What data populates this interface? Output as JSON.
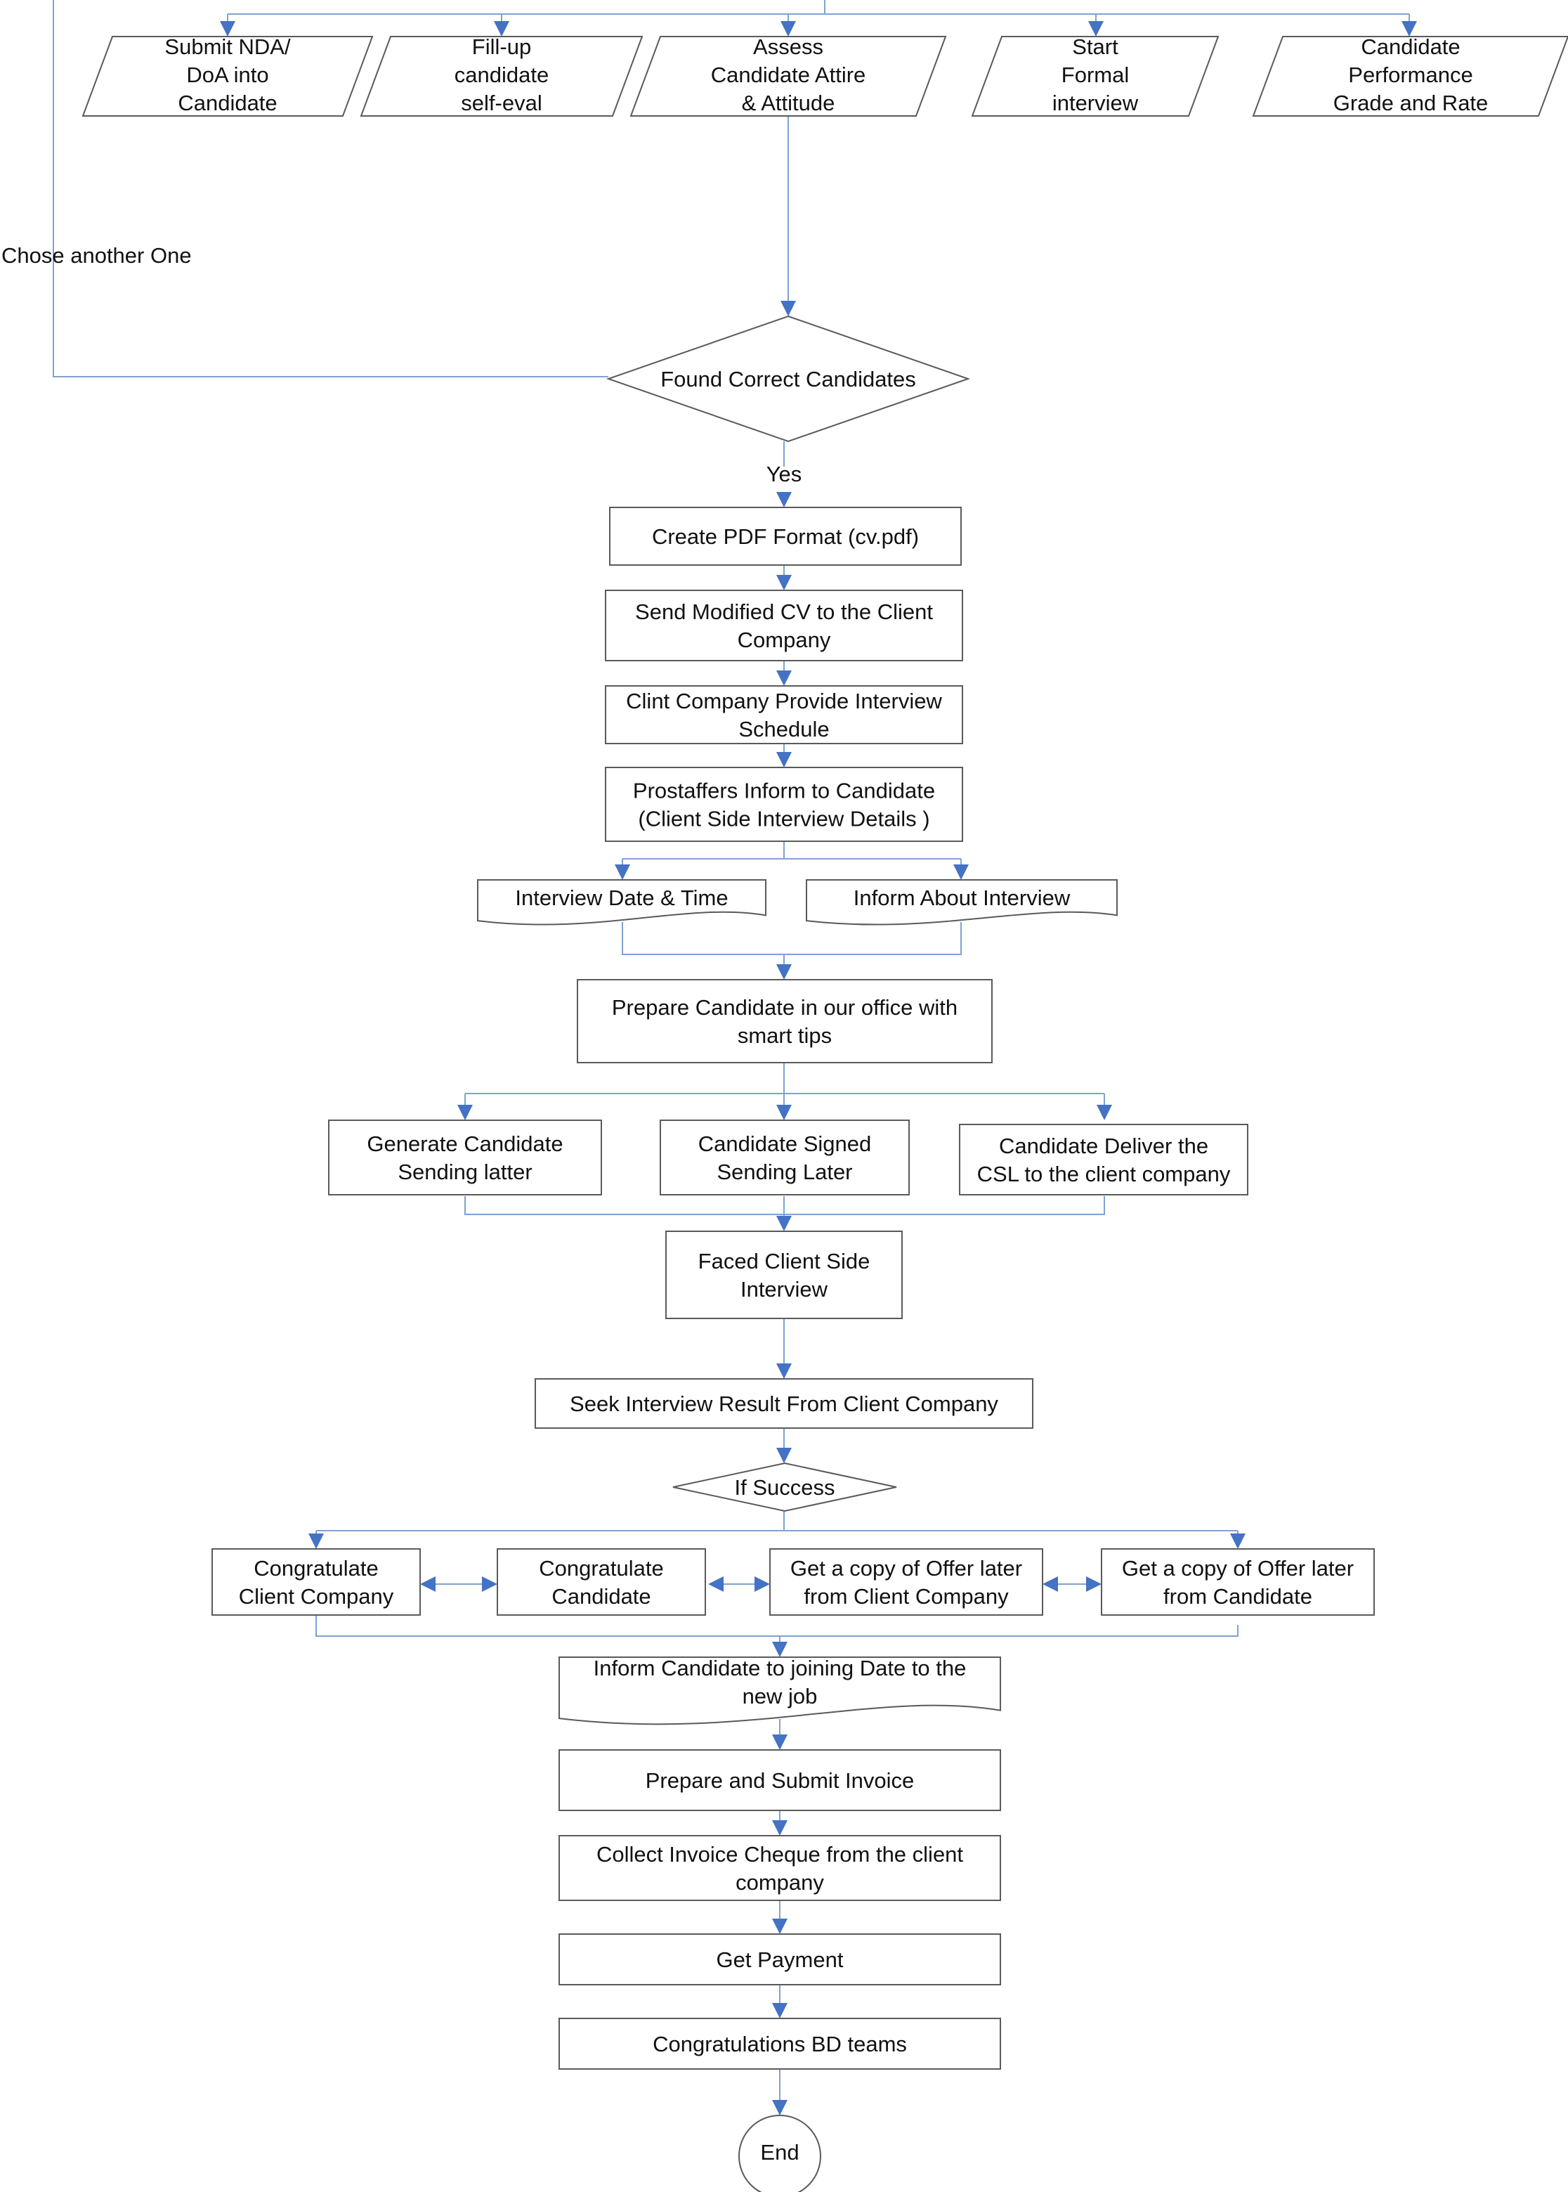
{
  "colors": {
    "connector": "#7fa2d0",
    "arrowhead": "#4472c4",
    "shape_outline": "#5a5a5a",
    "text": "#111111"
  },
  "top_row": [
    {
      "id": "nda",
      "lines": [
        "Submit NDA/",
        "DoA into",
        "Candidate"
      ]
    },
    {
      "id": "self_eval",
      "lines": [
        "Fill-up",
        "candidate",
        "self-eval"
      ]
    },
    {
      "id": "attire",
      "lines": [
        "Assess",
        "Candidate Attire",
        "& Attitude"
      ]
    },
    {
      "id": "formal",
      "lines": [
        "Start",
        "Formal",
        "interview"
      ]
    },
    {
      "id": "grade",
      "lines": [
        "Candidate",
        "Performance",
        "Grade and Rate"
      ]
    }
  ],
  "loop_label": "Chose another One",
  "found": {
    "lines": [
      "Found Correct Candidates"
    ]
  },
  "yes_label": "Yes",
  "pdf": {
    "lines": [
      "Create PDF Format (cv.pdf)"
    ]
  },
  "send_cv": {
    "lines": [
      "Send Modified CV to the Client",
      "Company"
    ]
  },
  "schedule": {
    "lines": [
      "Clint Company Provide Interview",
      "Schedule"
    ]
  },
  "inform_cand": {
    "lines": [
      "Prostaffers Inform to Candidate",
      "(Client Side Interview Details )"
    ]
  },
  "doc_date": {
    "lines": [
      "Interview Date & Time"
    ]
  },
  "doc_about": {
    "lines": [
      "Inform About Interview"
    ]
  },
  "prepare": {
    "lines": [
      "Prepare Candidate in our office with",
      "smart tips"
    ]
  },
  "gen_letter": {
    "lines": [
      "Generate Candidate",
      "Sending latter"
    ]
  },
  "signed": {
    "lines": [
      "Candidate Signed",
      "Sending Later"
    ]
  },
  "deliver": {
    "lines": [
      "Candidate Deliver the",
      "CSL to the client company"
    ]
  },
  "faced": {
    "lines": [
      "Faced Client Side",
      "Interview"
    ]
  },
  "seek": {
    "lines": [
      "Seek Interview Result From Client Company"
    ]
  },
  "success": {
    "lines": [
      "If Success"
    ]
  },
  "congrat_client": {
    "lines": [
      "Congratulate",
      "Client Company"
    ]
  },
  "congrat_cand": {
    "lines": [
      "Congratulate",
      "Candidate"
    ]
  },
  "offer_client": {
    "lines": [
      "Get a copy of Offer later",
      "from Client Company"
    ]
  },
  "offer_cand": {
    "lines": [
      "Get a copy of Offer later",
      "from Candidate"
    ]
  },
  "joining": {
    "lines": [
      "Inform Candidate to joining Date to the",
      "new job"
    ]
  },
  "invoice": {
    "lines": [
      "Prepare and Submit Invoice"
    ]
  },
  "cheque": {
    "lines": [
      "Collect Invoice Cheque from the client",
      "company"
    ]
  },
  "payment": {
    "lines": [
      "Get Payment"
    ]
  },
  "bd": {
    "lines": [
      "Congratulations BD teams"
    ]
  },
  "end": {
    "lines": [
      "End"
    ]
  }
}
